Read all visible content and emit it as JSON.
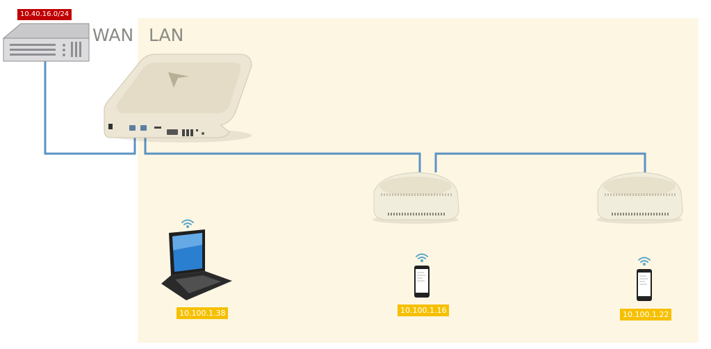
{
  "zones": {
    "wan_label": "WAN",
    "lan_label": "LAN"
  },
  "wan_network": "10.40.16.0/24",
  "clients": [
    {
      "type": "laptop",
      "ip": "10.100.1.38"
    },
    {
      "type": "phone",
      "ip": "10.100.1.16"
    },
    {
      "type": "phone",
      "ip": "10.100.1.22"
    }
  ],
  "colors": {
    "lan_zone": "#fdf6e3",
    "cable": "#5b92c2",
    "wan_badge": "#c00000",
    "ip_badge": "#f6c000",
    "wifi": "#5aa7c8"
  },
  "icons": [
    "server-icon",
    "access-point-icon",
    "mesh-node-icon",
    "laptop-icon",
    "phone-icon",
    "wifi-icon"
  ]
}
